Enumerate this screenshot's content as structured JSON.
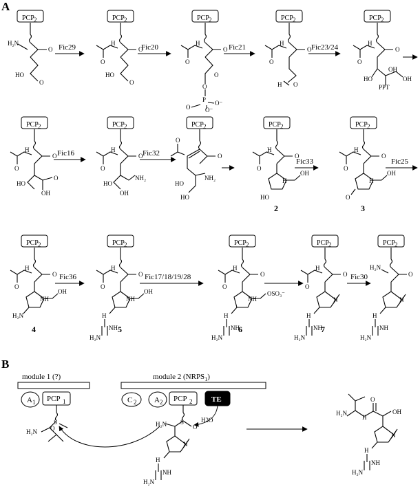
{
  "panel_labels": {
    "a": "A",
    "b": "B"
  },
  "carrier": "PCP",
  "carrier_sub": "2",
  "enzymes": {
    "r1": [
      "Fic29",
      "Fic20",
      "Fic21",
      "Fic23/24"
    ],
    "r2": [
      "Fic16",
      "Fic32",
      "",
      "Fic33",
      "Fic25"
    ],
    "r3": [
      "Fic36",
      "Fic17/18/19/28",
      "",
      "Fic30"
    ]
  },
  "compound_numbers": {
    "c2": "2",
    "c3": "3",
    "c4": "4",
    "c5": "5",
    "c6": "6",
    "c7": "7"
  },
  "panel_b": {
    "module1": "module 1 (?)",
    "module2": "module 2 (NRPS",
    "module2_sub": "1",
    "module2_close": ")",
    "domains": {
      "a1": "A",
      "a1_sub": "1",
      "pcp1": "PCP",
      "pcp1_sub": "1",
      "c2": "C",
      "c2_sub": "2",
      "a2": "A",
      "a2_sub": "2",
      "pcp2": "PCP",
      "pcp2_sub": "2",
      "te": "TE"
    },
    "water": "H2O"
  },
  "atoms": {
    "h2n": "H₂N",
    "h": "H",
    "nh": "NH",
    "nh2": "NH₂",
    "oh": "OH",
    "o": "O",
    "s": "S",
    "n": "N",
    "p": "P",
    "ppt": "PPT",
    "osulf": "OSO₃⁻",
    "om": "O⁻",
    "ho": "HO"
  }
}
